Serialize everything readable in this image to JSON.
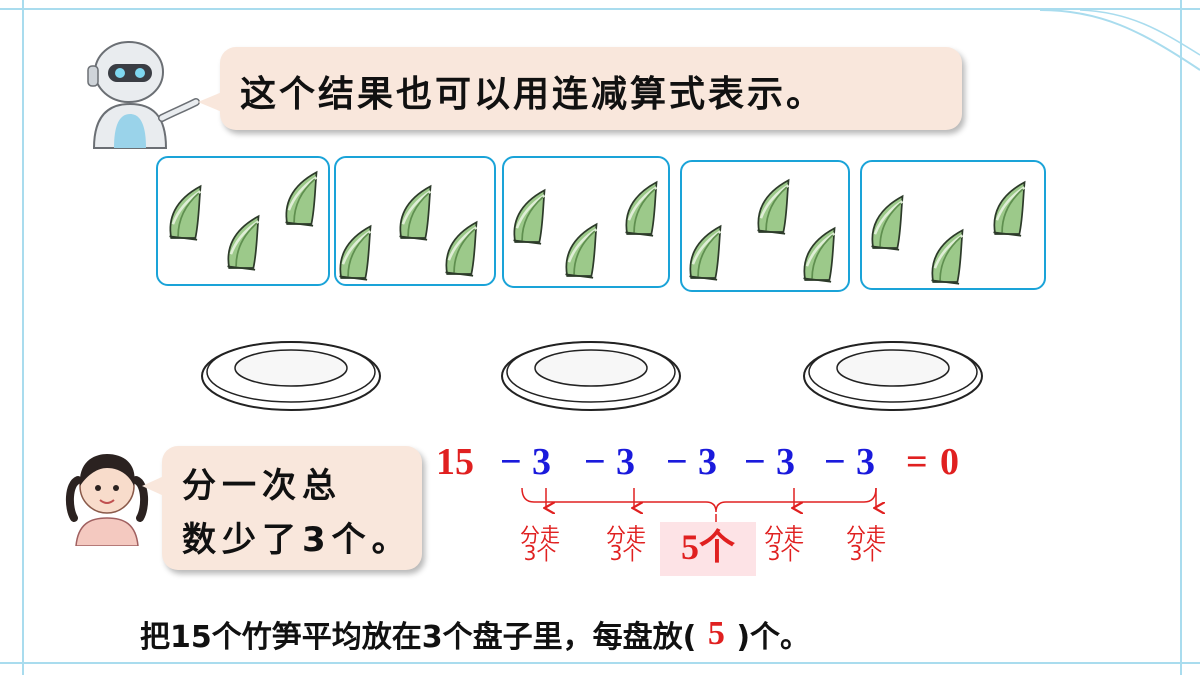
{
  "robot_bubble": {
    "text": "这个结果也可以用连减算式表示。"
  },
  "girl_bubble": {
    "line1": "分一次总",
    "line2": "数少了3个。"
  },
  "groups": [
    {
      "label": "group-1",
      "shoots": 3
    },
    {
      "label": "group-2",
      "shoots": 3
    },
    {
      "label": "group-3",
      "shoots": 3
    },
    {
      "label": "group-4",
      "shoots": 3
    },
    {
      "label": "group-5",
      "shoots": 3
    }
  ],
  "plates": {
    "count": 3
  },
  "equation": {
    "start": "15",
    "minus": "−",
    "subtrahends": [
      "3",
      "3",
      "3",
      "3",
      "3"
    ],
    "equals": "=",
    "result": "0"
  },
  "take_labels": [
    {
      "top": "分走",
      "bottom": "3个"
    },
    {
      "top": "分走",
      "bottom": "3个"
    },
    {
      "top": "分走",
      "bottom": "3个"
    },
    {
      "top": "分走",
      "bottom": "3个"
    }
  ],
  "times_result": "5个",
  "sentence": {
    "before": "把15个竹笋平均放在3个盘子里，每盘放(",
    "answer": "5",
    "after": ")个。"
  },
  "colors": {
    "frame": "#a9dcee",
    "box_border": "#1aa3d8",
    "bubble_bg": "#f9e7dc",
    "red": "#e02020",
    "blue": "#1a1adc",
    "highlight": "#fde3e6"
  }
}
